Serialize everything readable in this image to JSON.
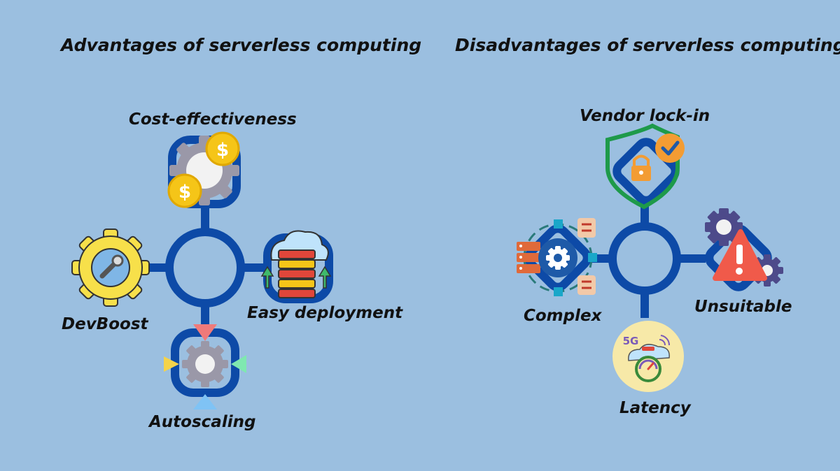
{
  "advantages": {
    "title": "Advantages of serverless computing",
    "items": {
      "cost": "Cost-effectiveness",
      "devboost": "DevBoost",
      "deploy": "Easy deployment",
      "autoscale": "Autoscaling"
    }
  },
  "disadvantages": {
    "title": "Disadvantages of serverless computing",
    "items": {
      "vendor": "Vendor lock-in",
      "complex": "Complex",
      "unsuitable": "Unsuitable",
      "latency": "Latency"
    },
    "latency_icon_text": "5G"
  },
  "colors": {
    "background": "#9bbfe0",
    "connector": "#0d4aa7",
    "gear_grey": "#9a98a8",
    "gear_yellow": "#f7e04a",
    "coin_gold": "#f5c518",
    "shield_green": "#1e9a4a",
    "warning_red": "#f05a4a",
    "server_red": "#e0463a"
  }
}
